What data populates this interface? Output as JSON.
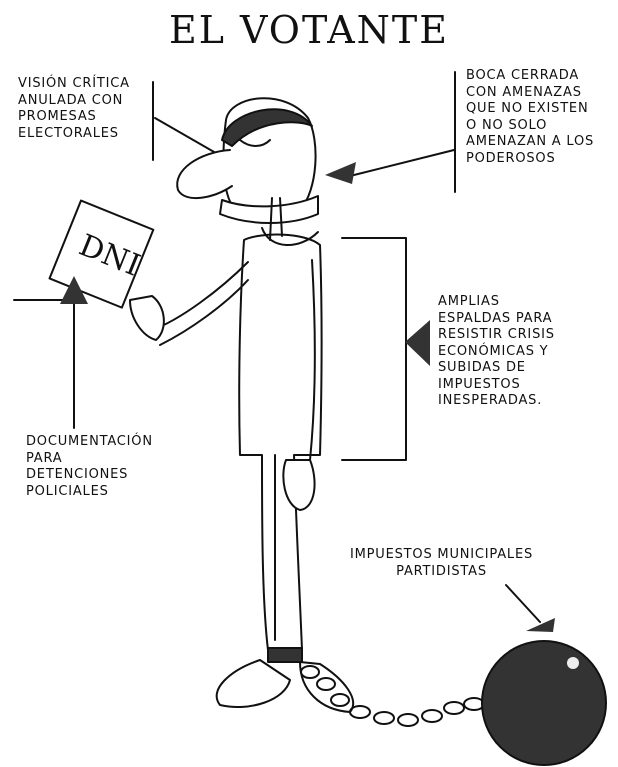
{
  "title": "EL VOTANTE",
  "annotations": {
    "vision": [
      "VISIÓN CRÍTICA",
      "ANULADA CON",
      "PROMESAS",
      "ELECTORALES"
    ],
    "boca": [
      "BOCA CERRADA",
      "CON AMENAZAS",
      "QUE NO EXISTEN",
      "O NO SOLO",
      "AMENAZAN A LOS",
      "PODEROSOS"
    ],
    "espaldas": [
      "AMPLIAS",
      "ESPALDAS PARA",
      "RESISTIR CRISIS",
      "ECONÓMICAS Y",
      "SUBIDAS DE",
      "IMPUESTOS",
      "INESPERADAS."
    ],
    "documentacion": [
      "DOCUMENTACIÓN",
      "PARA",
      "DETENCIONES",
      "POLICIALES"
    ],
    "impuestos": [
      "IMPUESTOS MUNICIPALES",
      "PARTIDISTAS"
    ]
  },
  "card_text": "DNI",
  "colors": {
    "ink": "#111111",
    "ball": "#333333",
    "paper": "#ffffff"
  }
}
